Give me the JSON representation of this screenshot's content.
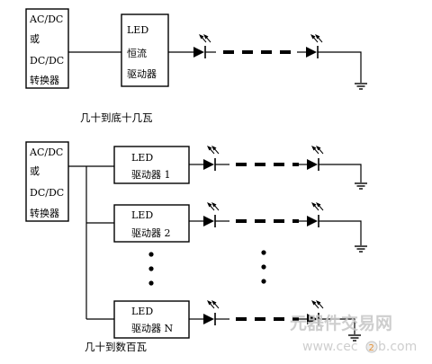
{
  "top": {
    "converter_label": [
      "AC/DC",
      "或",
      "DC/DC",
      "转换器"
    ],
    "driver_label": [
      "LED",
      "恒流",
      "驱动器"
    ],
    "caption": "几十到底十几瓦"
  },
  "bottom": {
    "converter_label": [
      "AC/DC",
      "或",
      "DC/DC",
      "转换器"
    ],
    "drivers": [
      {
        "line1": "LED",
        "line2": "驱动器 1"
      },
      {
        "line1": "LED",
        "line2": "驱动器 2"
      },
      {
        "line1": "LED",
        "line2": "驱动器 N"
      }
    ],
    "caption": "几十到数百瓦"
  },
  "watermark": {
    "brand": "元器件交易网",
    "url_pre": "www.cec",
    "url_badge": "2",
    "url_post": "b.com"
  }
}
